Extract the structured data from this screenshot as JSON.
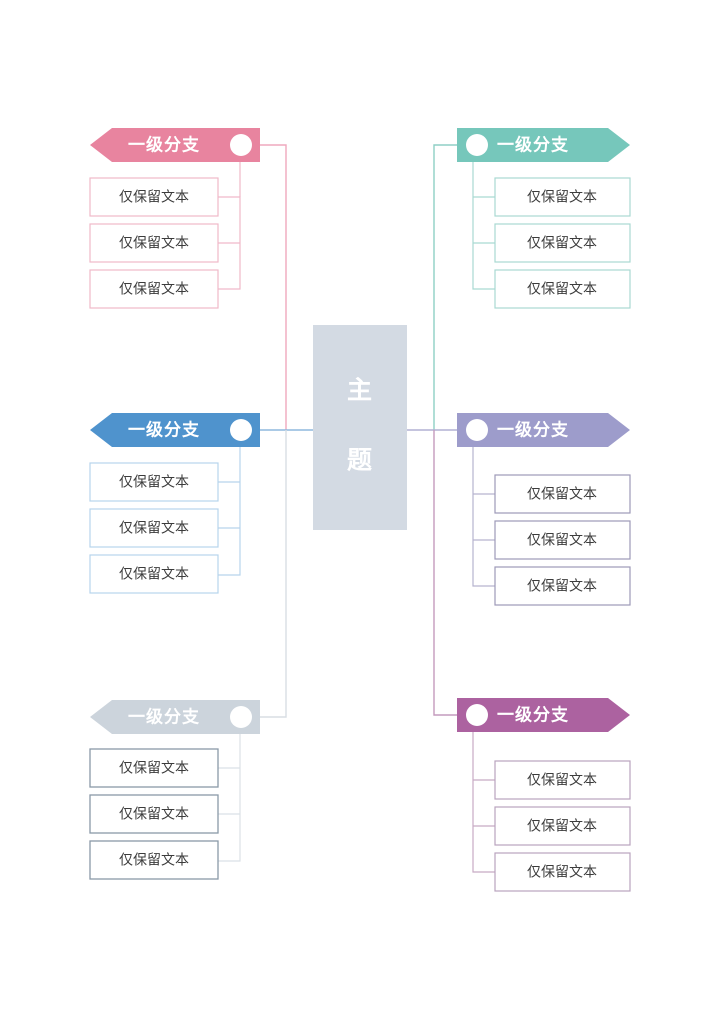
{
  "diagram": {
    "type": "mind-map",
    "title_node": {
      "label": "主题",
      "orientation": "vertical",
      "fill": "#d3dae3",
      "text_color": "#ffffff"
    },
    "branch_label": "一级分支",
    "leaf_label": "仅保留文本",
    "branches": [
      {
        "id": "branch-pink",
        "side": "left",
        "label": "一级分支",
        "color": "#e8849f",
        "leaf_border": "#f0b9c9",
        "leaves": [
          "仅保留文本",
          "仅保留文本",
          "仅保留文本"
        ]
      },
      {
        "id": "branch-blue",
        "side": "left",
        "label": "一级分支",
        "color": "#4f93cd",
        "leaf_border": "#b7d4ec",
        "leaves": [
          "仅保留文本",
          "仅保留文本",
          "仅保留文本"
        ]
      },
      {
        "id": "branch-gray",
        "side": "left",
        "label": "一级分支",
        "color": "#ccd4dc",
        "leaf_border": "#8a99a8",
        "leaves": [
          "仅保留文本",
          "仅保留文本",
          "仅保留文本"
        ]
      },
      {
        "id": "branch-teal",
        "side": "right",
        "label": "一级分支",
        "color": "#76c7bb",
        "leaf_border": "#a9d9d2",
        "leaves": [
          "仅保留文本",
          "仅保留文本",
          "仅保留文本"
        ]
      },
      {
        "id": "branch-purple",
        "side": "right",
        "label": "一级分支",
        "color": "#9d9ccb",
        "leaf_border": "#9d9ab8",
        "leaves": [
          "仅保留文本",
          "仅保留文本",
          "仅保留文本"
        ]
      },
      {
        "id": "branch-magenta",
        "side": "right",
        "label": "一级分支",
        "color": "#ac62a0",
        "leaf_border": "#b9a3bd",
        "leaves": [
          "仅保留文本",
          "仅保留文本",
          "仅保留文本"
        ]
      }
    ]
  }
}
